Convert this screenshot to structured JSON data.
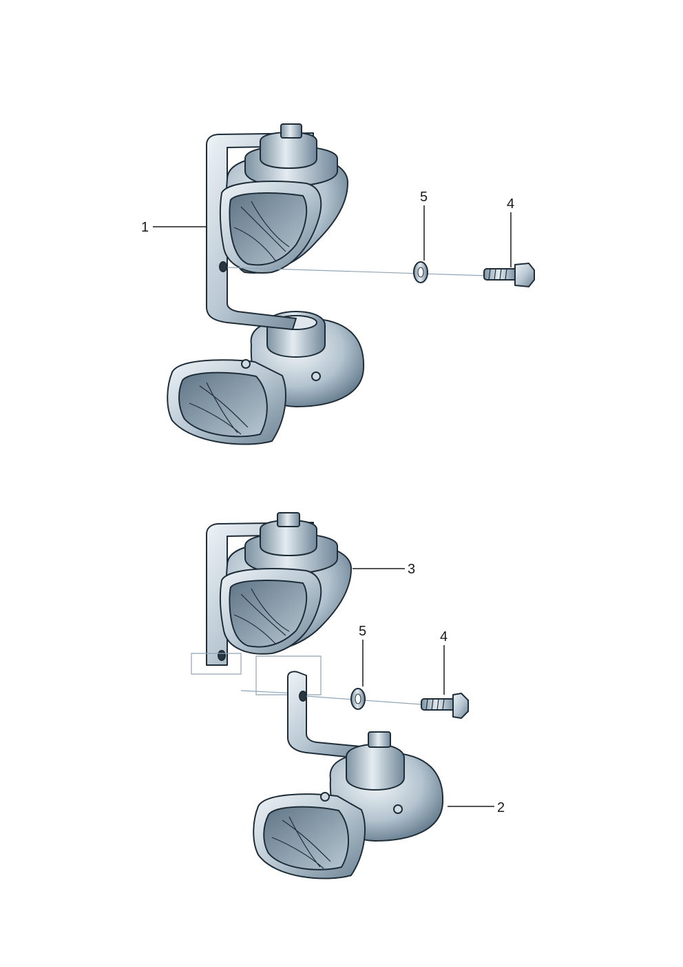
{
  "diagram": {
    "callouts": [
      {
        "id": "c1",
        "label": "1"
      },
      {
        "id": "c5a",
        "label": "5"
      },
      {
        "id": "c4a",
        "label": "4"
      },
      {
        "id": "c3",
        "label": "3"
      },
      {
        "id": "c5b",
        "label": "5"
      },
      {
        "id": "c4b",
        "label": "4"
      },
      {
        "id": "c2",
        "label": "2"
      }
    ],
    "colors": {
      "metal_light": "#dfe7ed",
      "metal_mid": "#a9bac7",
      "metal_dark": "#5f7586",
      "outline": "#1e2c38",
      "axis_line": "#8fa5b8"
    }
  }
}
